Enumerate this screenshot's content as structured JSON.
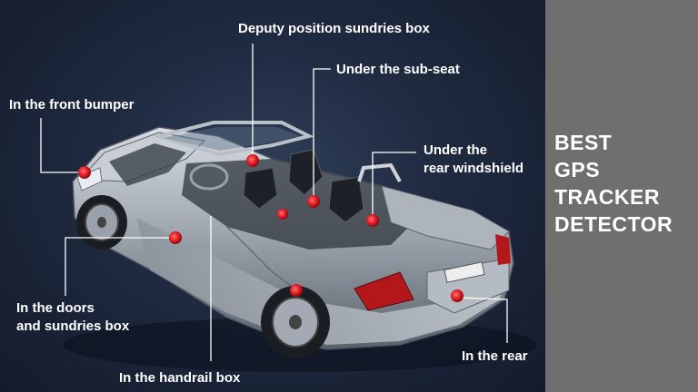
{
  "headline": [
    "BEST",
    "GPS",
    "TRACKER",
    "DETECTOR"
  ],
  "labels": {
    "deputy": "Deputy position sundries box",
    "subseat": "Under the sub-seat",
    "front_bumper": "In the front bumper",
    "rear_windshield_1": "Under the",
    "rear_windshield_2": "rear windshield",
    "doors_1": "In the doors",
    "doors_2": "and sundries box",
    "handrail": "In the handrail box",
    "rear": "In the rear"
  },
  "colors": {
    "background": "#1f2a40",
    "sidebar": "#6f6f6f",
    "marker": "#e11b22",
    "leader_line": "#ffffff",
    "text": "#ffffff"
  }
}
